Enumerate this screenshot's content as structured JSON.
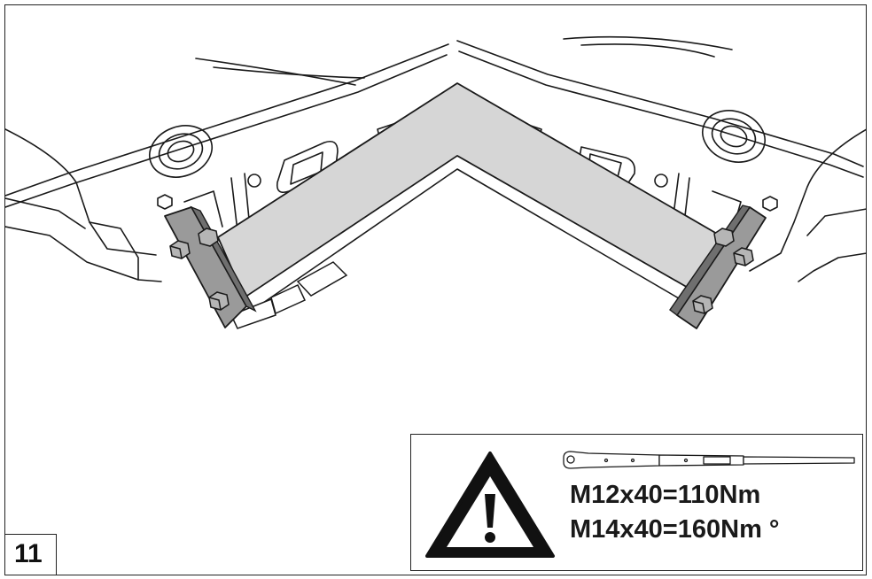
{
  "figure": {
    "number": "11"
  },
  "warning": {
    "icon": "warning-triangle-icon",
    "tool_icon": "torque-wrench-icon",
    "specs": [
      "M12x40=110Nm",
      "M14x40=160Nm °"
    ]
  },
  "colors": {
    "line": "#1a1a1a",
    "bracket_fill": "#d8d8d8",
    "background": "#ffffff"
  }
}
